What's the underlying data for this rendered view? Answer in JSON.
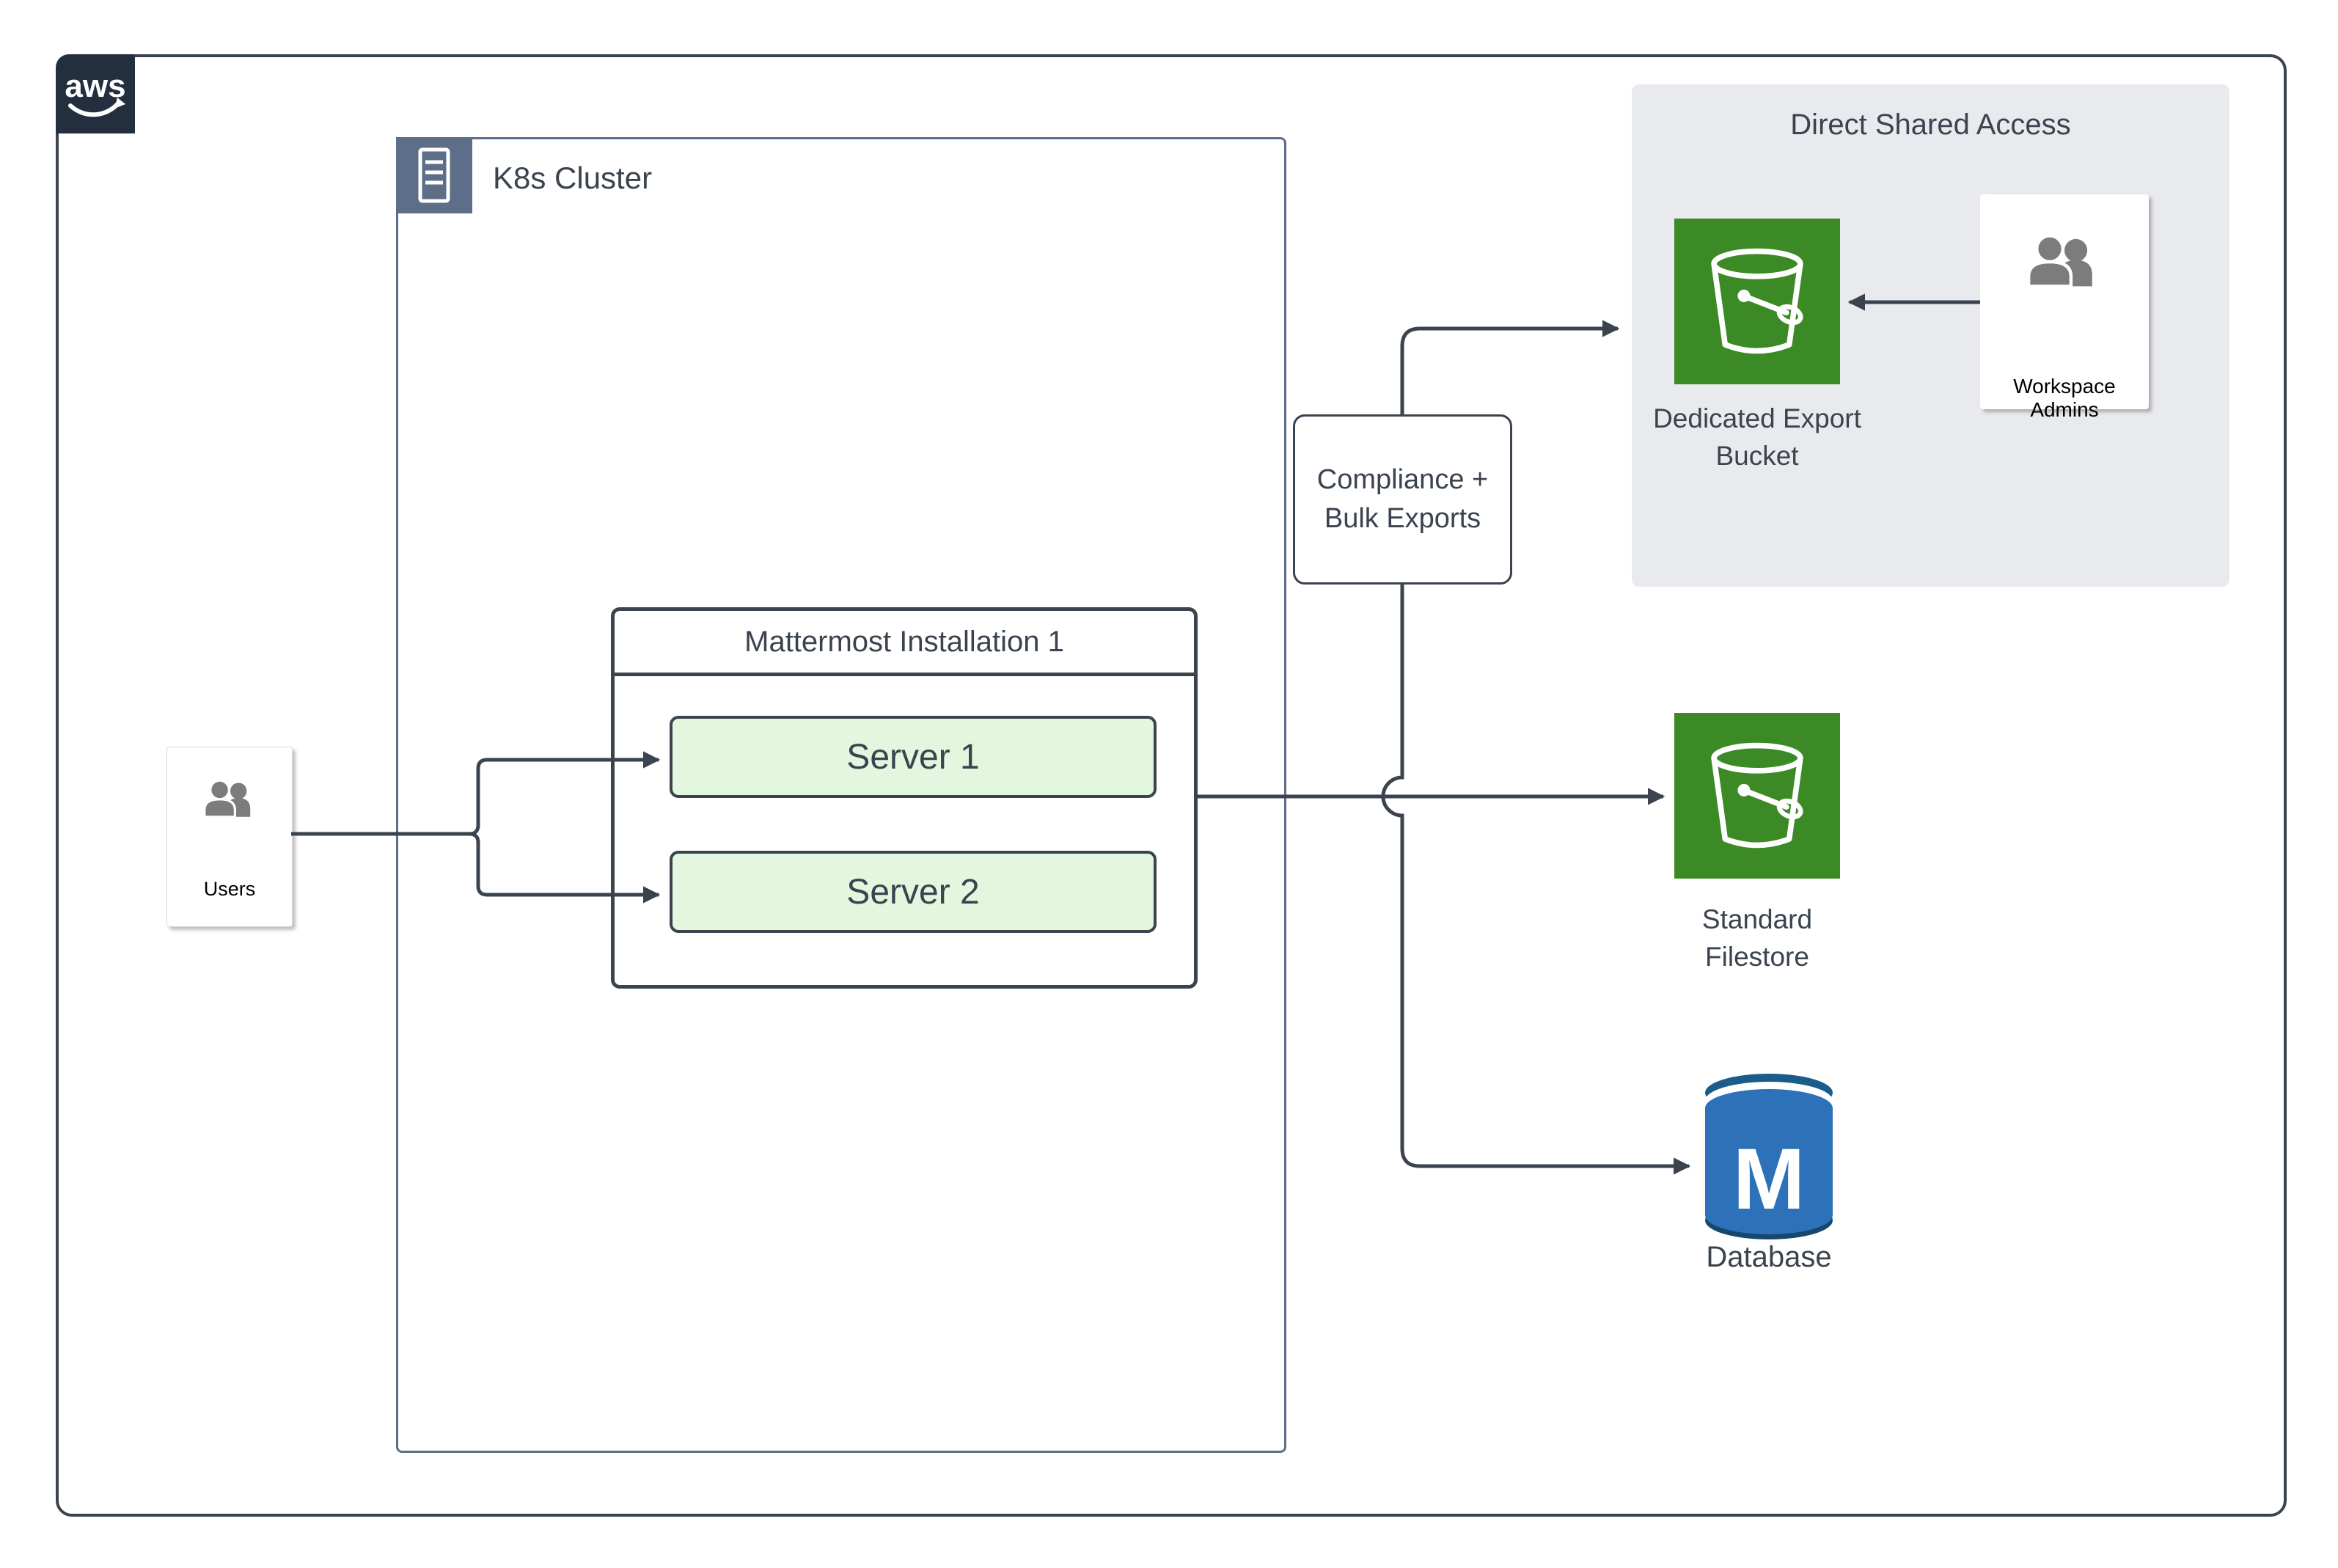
{
  "diagram": {
    "aws": {
      "logo_text": "aws"
    },
    "k8s": {
      "label": "K8s Cluster"
    },
    "users": {
      "label": "Users"
    },
    "mattermost": {
      "title": "Mattermost Installation 1",
      "servers": [
        "Server 1",
        "Server 2"
      ]
    },
    "compliance": {
      "label": "Compliance +\nBulk Exports"
    },
    "shared_access": {
      "title": "Direct Shared Access",
      "bucket_label": "Dedicated Export\nBucket",
      "admins_label": "Workspace Admins"
    },
    "filestore": {
      "label": "Standard\nFilestore"
    },
    "database": {
      "label": "Database",
      "letter": "M"
    }
  },
  "colors": {
    "line": "#3A434E",
    "k8s_border": "#5D6E88",
    "aws_navy": "#232F3E",
    "panel_gray": "#E8EAED",
    "bucket_green": "#3C8A25",
    "server_fill": "#E2F7DE",
    "db_blue": "#2D72B8",
    "db_cap": "#1A5C8C",
    "db_rim": "#16486B",
    "person_gray": "#7C7C7C",
    "text": "#3A434E"
  }
}
